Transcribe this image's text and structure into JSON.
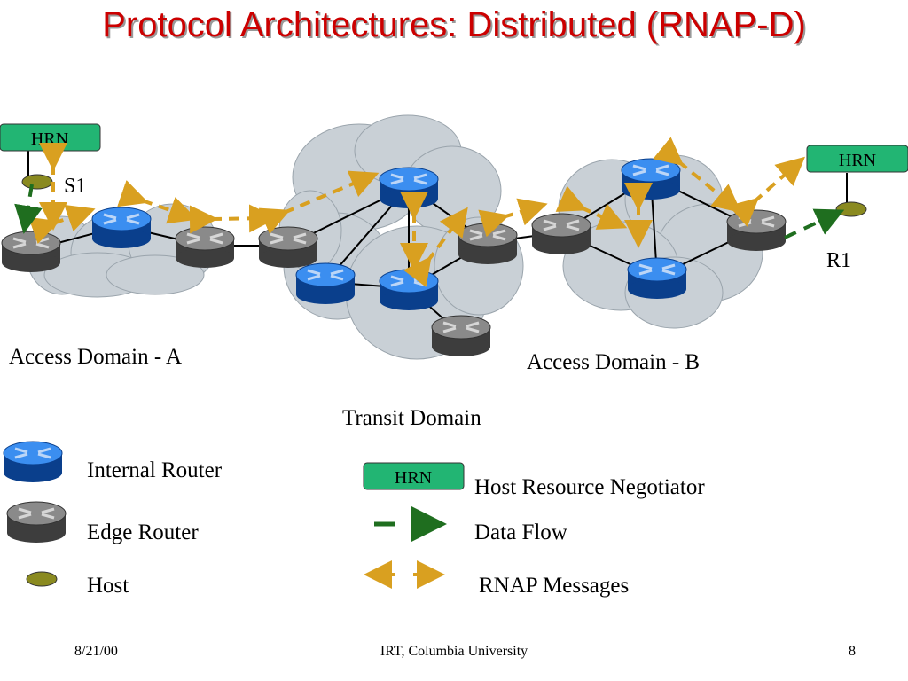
{
  "title": "Protocol Architectures: Distributed (RNAP-D)",
  "diagram": {
    "hrn_label": "HRN",
    "host_s1_label": "S1",
    "host_r1_label": "R1",
    "domain_a_label": "Access Domain - A",
    "domain_b_label": "Access Domain - B",
    "transit_label": "Transit Domain"
  },
  "legend": {
    "internal_router": "Internal Router",
    "edge_router": "Edge Router",
    "host": "Host",
    "hrn_box": "HRN",
    "hrn_desc": "Host Resource Negotiator",
    "data_flow": "Data Flow",
    "rnap_messages": "RNAP Messages"
  },
  "colors": {
    "title": "#cc0000",
    "internal_router": "#1e6fd9",
    "edge_router": "#6b6b6b",
    "host": "#8a8a20",
    "hrn_box": "#22b573",
    "data_flow": "#1f6e1f",
    "rnap": "#d9a020",
    "cloud": "#c9d0d6"
  },
  "footer": {
    "date": "8/21/00",
    "org": "IRT, Columbia University",
    "page": "8"
  }
}
